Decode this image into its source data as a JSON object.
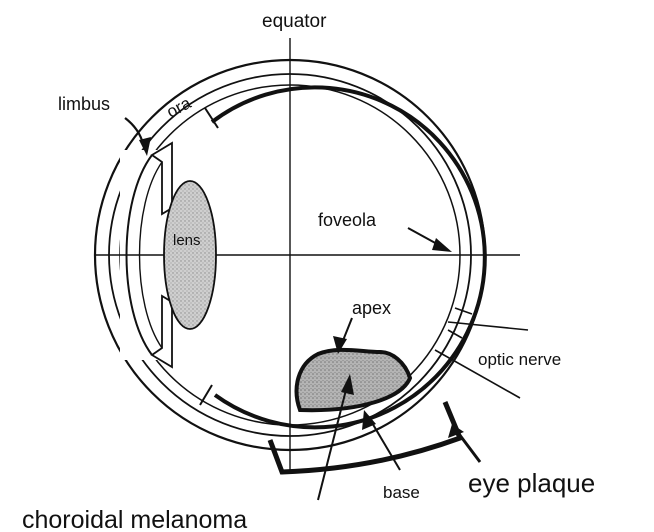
{
  "labels": {
    "equator": "equator",
    "limbus": "limbus",
    "ora": "ora",
    "lens": "lens",
    "foveola": "foveola",
    "apex": "apex",
    "optic_nerve": "optic nerve",
    "base": "base",
    "eye_plaque": "eye plaque",
    "choroidal_melanoma": "choroidal melanoma"
  },
  "colors": {
    "line": "#111111",
    "tumor_fill": "#b8b8b8",
    "lens_fill": "#d6d6d6",
    "background": "#ffffff"
  }
}
